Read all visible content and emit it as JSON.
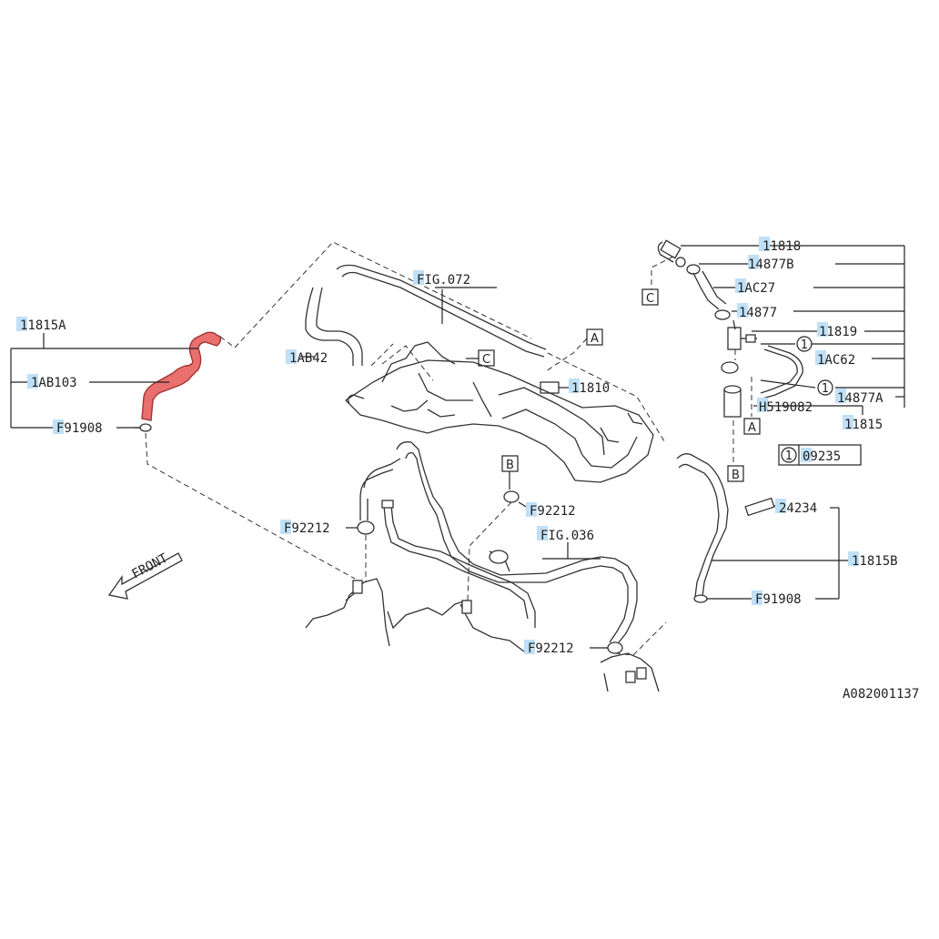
{
  "colors": {
    "highlight_part": "#e8706f",
    "highlight_part_outline": "#a23434",
    "label_marker": "#bfe0f7",
    "line": "#222222"
  },
  "labels": {
    "p11815A": "11815A",
    "p1AB103": "1AB103",
    "pF91908_left": "F91908",
    "p1AB42": "1AB42",
    "pFIG072": "FIG.072",
    "p11810": "11810",
    "pF92212_top": "F92212",
    "pF92212_left": "F92212",
    "pFIG036": "FIG.036",
    "pF92212_bottom": "F92212",
    "p11818": "11818",
    "p14877B": "14877B",
    "p1AC27": "1AC27",
    "p14877": "14877",
    "p11819": "11819",
    "p1AC62": "1AC62",
    "pH519082": "H519082",
    "p14877A": "14877A",
    "p11815": "11815",
    "p09235": "09235",
    "p24234": "24234",
    "p11815B": "11815B",
    "pF91908_right": "F91908",
    "front": "FRONT",
    "drawing_number": "A082001137"
  },
  "callouts": {
    "A": "A",
    "B": "B",
    "C": "C",
    "circle_one": "1"
  }
}
